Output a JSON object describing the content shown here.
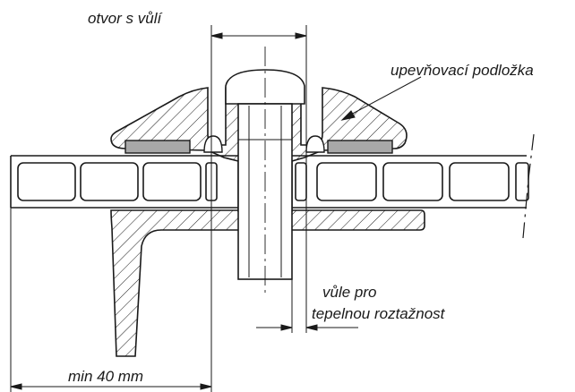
{
  "labels": {
    "top_opening": "otvor s vůlí",
    "washer": "upevňovací podložka",
    "clearance_line1": "vůle pro",
    "clearance_line2": "tepelnou roztažnost",
    "min_overlap": "min 40 mm"
  },
  "colors": {
    "line": "#1a1a1a",
    "gasket_fill": "#a8a8a8",
    "background": "#ffffff"
  }
}
